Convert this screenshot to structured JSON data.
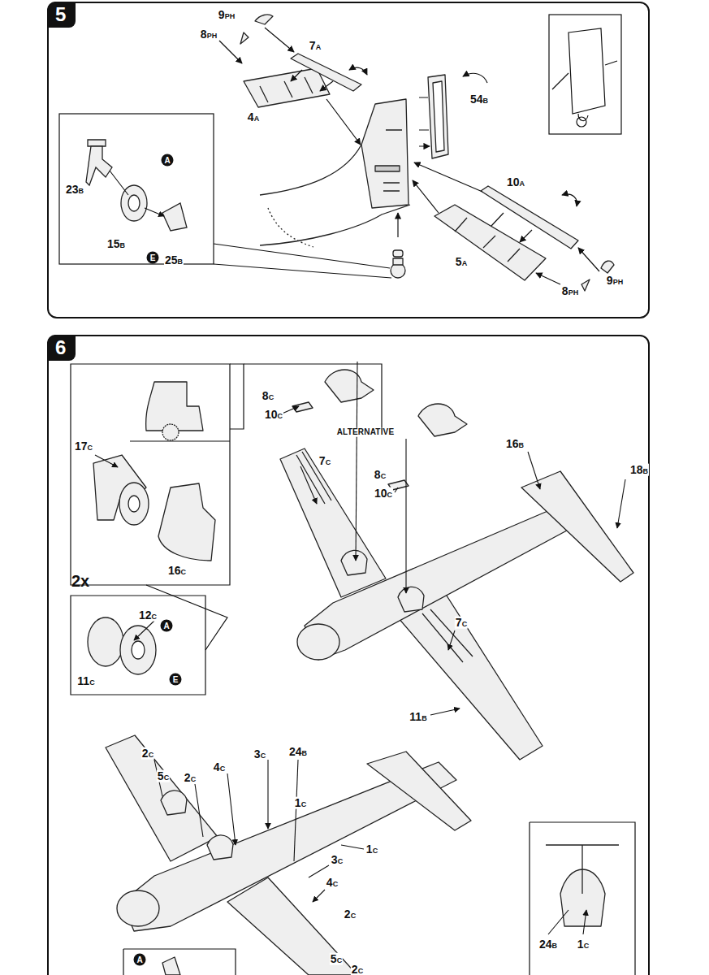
{
  "diagram": {
    "nodes": [
      {
        "text": [
          "5"
        ]
      },
      {
        "text": [
          "6"
        ]
      }
    ],
    "labels": [
      "9PH",
      "8PH",
      "7A",
      "4A",
      "54B",
      "10A",
      "5A",
      "8PH",
      "9PH",
      "23B",
      "A",
      "15B",
      "E",
      "25B",
      "8C",
      "10C",
      "ALTERNATIVE",
      "8C",
      "10C",
      "7C",
      "16B",
      "18B",
      "17C",
      "16C",
      "2x",
      "12C",
      "A",
      "11C",
      "E",
      "7C",
      "11B",
      "2C",
      "5C",
      "2C",
      "4C",
      "3C",
      "24B",
      "1C",
      "1C",
      "3C",
      "4C",
      "2C",
      "5C",
      "2C",
      "24B",
      "1C",
      "A"
    ]
  }
}
